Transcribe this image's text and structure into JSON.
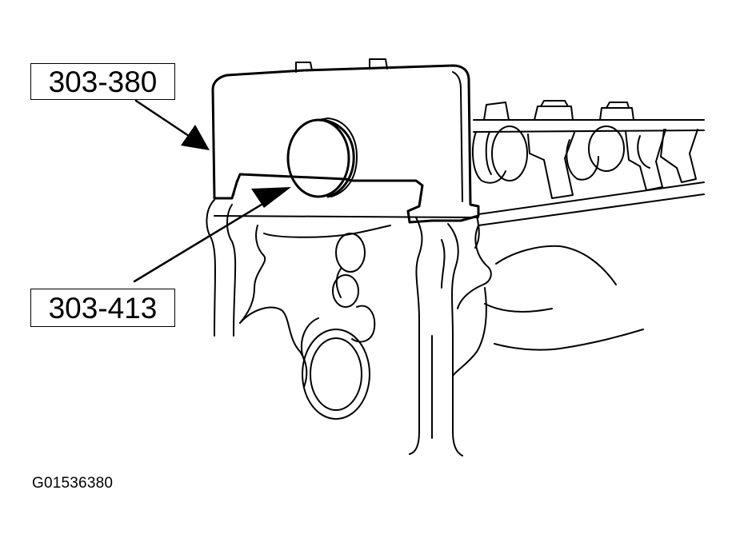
{
  "callouts": {
    "tool_upper": "303-380",
    "tool_lower": "303-413"
  },
  "figure_id": "G01536380",
  "colors": {
    "ink": "#000000",
    "paper": "#ffffff"
  }
}
